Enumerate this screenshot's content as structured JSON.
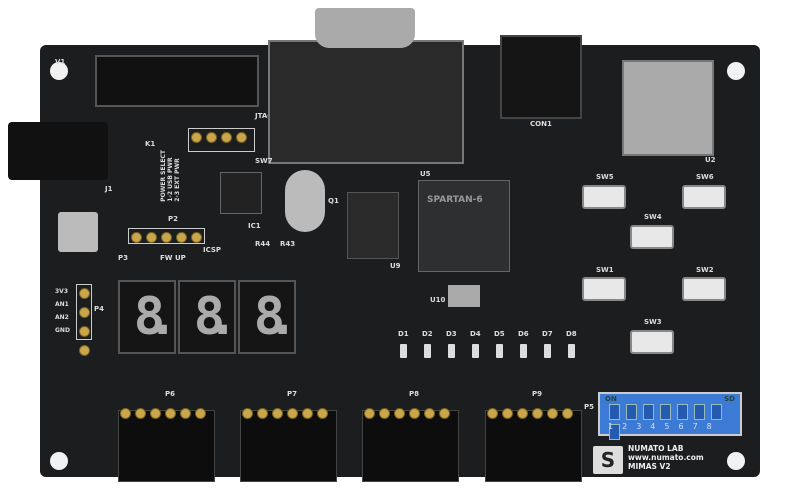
{
  "board": {
    "name": "MIMAS V2",
    "maker": "NUMATO LAB",
    "url": "www.numato.com",
    "fpga_label": "SPARTAN-6"
  },
  "labels": {
    "v1": "V1",
    "jtag": "JTAG",
    "sw7": "SW7",
    "j1": "J1",
    "k1": "K1",
    "power": "POWER SELECT",
    "power_usb": "1-2 USB PWR",
    "power_ext": "2-3 EXT PWR",
    "ic1": "IC1",
    "p2": "P2",
    "icsp": "ICSP",
    "p3": "P3",
    "fwup": "FW UP",
    "q1": "Q1",
    "r44": "R44",
    "r43": "R43",
    "u9": "U9",
    "u5": "U5",
    "u10": "U10",
    "con1": "CON1",
    "u2": "U2",
    "p4": "P4",
    "p5": "P5",
    "on": "ON",
    "sd": "SD"
  },
  "p4_pins": [
    "3V3",
    "AN1",
    "AN2",
    "GND"
  ],
  "switches": [
    "SW5",
    "SW6",
    "SW4",
    "SW1",
    "SW2",
    "SW3"
  ],
  "leds": [
    "D1",
    "D2",
    "D3",
    "D4",
    "D5",
    "D6",
    "D7",
    "D8"
  ],
  "headers": [
    "P6",
    "P7",
    "P8",
    "P9"
  ],
  "display": [
    "8.",
    "8.",
    "8."
  ],
  "dip_numbers": [
    "1",
    "2",
    "3",
    "4",
    "5",
    "6",
    "7",
    "8"
  ],
  "colors": {
    "pcb": "#1c1d1f",
    "dip": "#3b7bd6",
    "gold": "#c9a64a"
  }
}
